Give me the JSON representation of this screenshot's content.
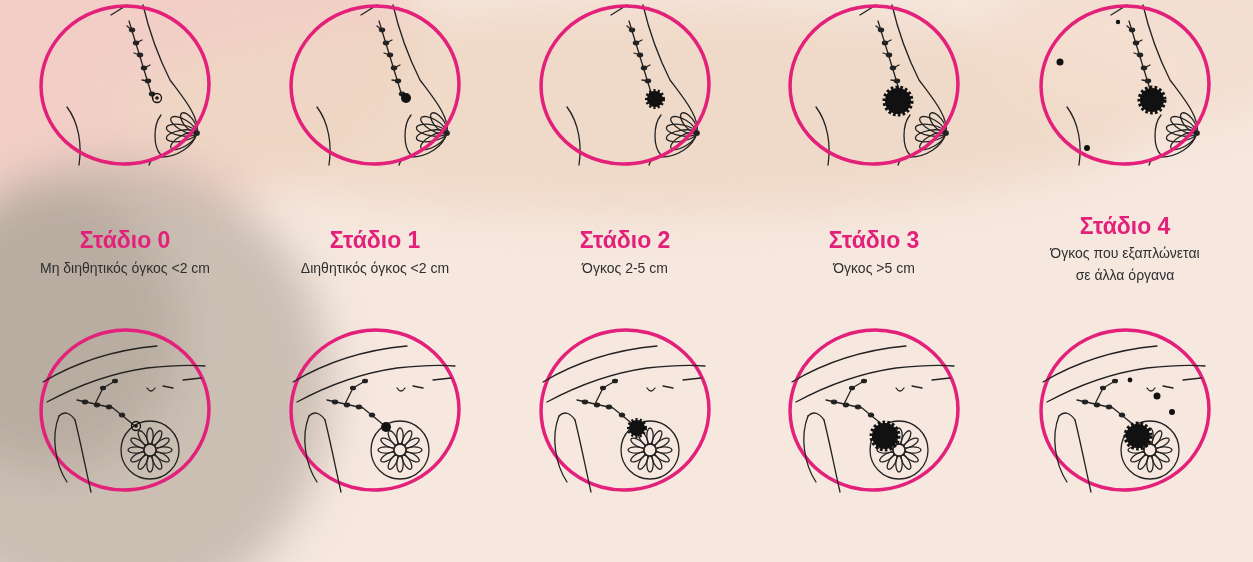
{
  "diagram": {
    "nodes": [
      {
        "text": [
          "Στάδιο 0",
          "Μη διηθητικός όγκος <2 cm"
        ]
      },
      {
        "text": [
          "Στάδιο 1",
          "Διηθητικός όγκος <2 cm"
        ]
      },
      {
        "text": [
          "Στάδιο 2",
          "Όγκος 2-5 cm"
        ]
      },
      {
        "text": [
          "Στάδιο 3",
          "Όγκος >5 cm"
        ]
      },
      {
        "text": [
          "Στάδιο 4",
          "Όγκος που εξαπλώνεται σε άλλα όργανα"
        ]
      }
    ]
  }
}
